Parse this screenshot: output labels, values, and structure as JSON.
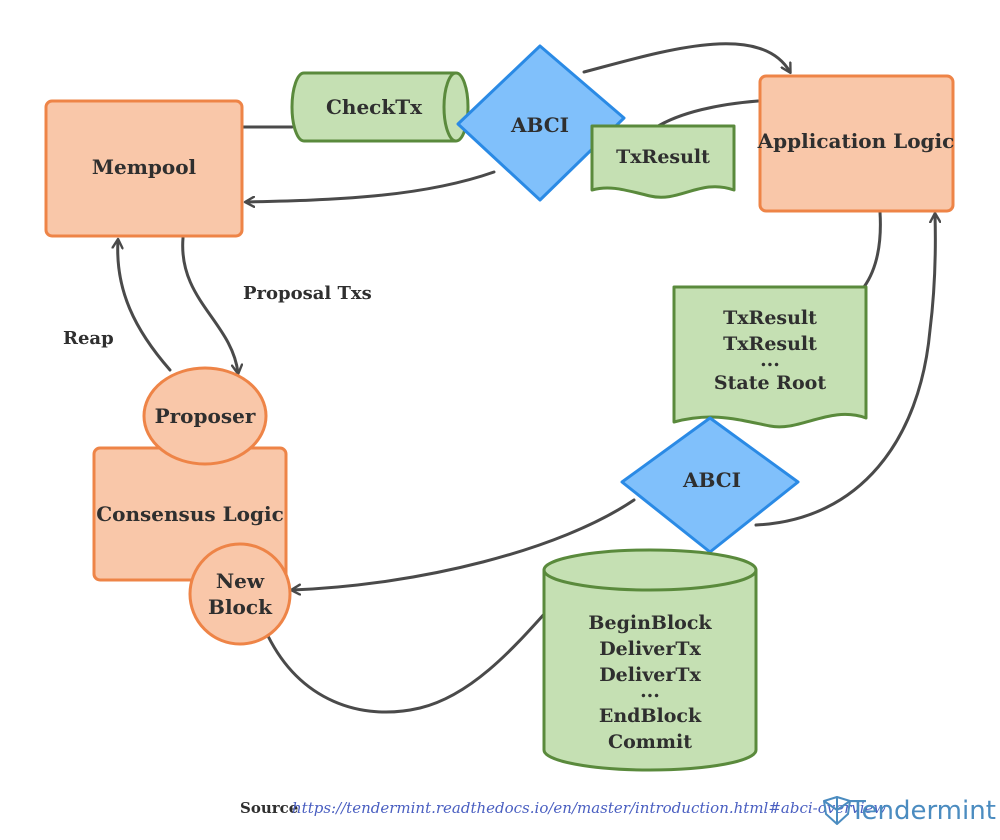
{
  "nodes": {
    "mempool": "Mempool",
    "check_tx": "CheckTx",
    "abci_top": "ABCI",
    "tx_result": "TxResult",
    "application_logic": "Application Logic",
    "results_doc": [
      "TxResult",
      "TxResult",
      "...",
      "State Root"
    ],
    "abci_bottom": "ABCI",
    "block_cylinder": [
      "BeginBlock",
      "DeliverTx",
      "DeliverTx",
      "...",
      "EndBlock",
      "Commit"
    ],
    "proposer": "Proposer",
    "consensus_logic": "Consensus Logic",
    "new_block": [
      "New",
      "Block"
    ]
  },
  "edges": {
    "proposal_txs": "Proposal Txs",
    "reap": "Reap"
  },
  "footer": {
    "source_label": "Source",
    "source_url": "https://tendermint.readthedocs.io/en/master/introduction.html#abci-overview",
    "brand": "Tendermint"
  },
  "colors": {
    "orange_fill": "#f9c7a9",
    "orange_stroke": "#ee8447",
    "green_fill": "#c5e0b3",
    "green_stroke": "#5a8a3c",
    "blue_fill": "#80c0fb",
    "blue_stroke": "#2a8ae5",
    "arrow": "#4a4a4a"
  }
}
